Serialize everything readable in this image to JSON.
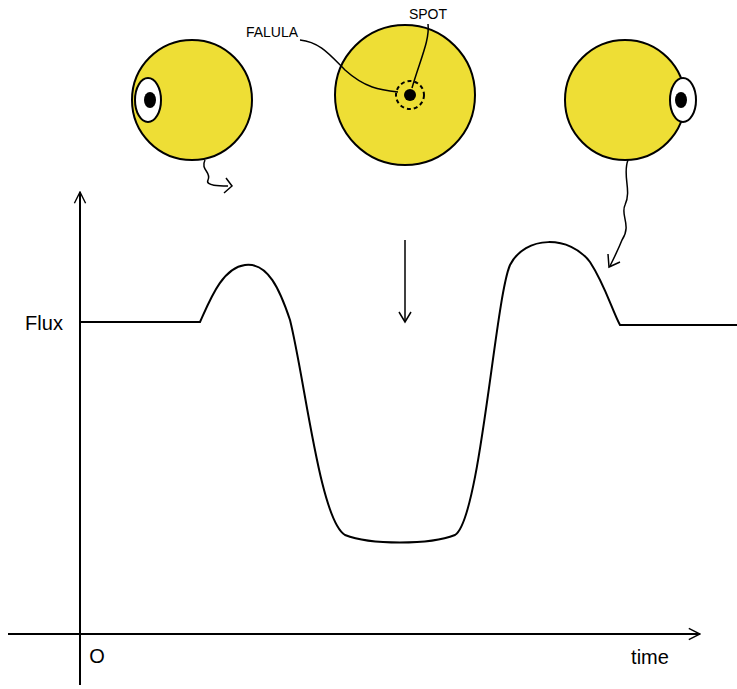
{
  "diagram": {
    "labels": [
      "FALULA",
      "SPOT",
      "Flux",
      "O",
      "time"
    ]
  }
}
